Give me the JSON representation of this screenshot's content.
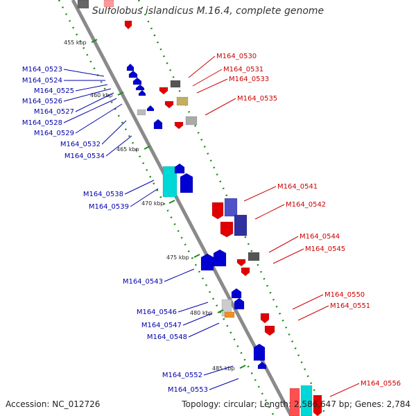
{
  "title": "Sulfolobus islandicus M.16.4, complete genome",
  "accession": "Accession: NC_012726",
  "topology": "Topology: circular; Length: 2,586,647 bp; Genes: 2,784",
  "colors": {
    "forward": "#e00000",
    "reverse": "#0000d0",
    "backbone": "#8a8a8a",
    "tick": "#1a8a1a",
    "label_forward": "#cc0000",
    "label_reverse": "#0000aa"
  },
  "kbp_markers": [
    "455 kbp",
    "460 kbp",
    "465 kbp",
    "470 kbp",
    "475 kbp",
    "480 kbp",
    "485 kbp"
  ],
  "forward_labels": [
    "M164_0530",
    "M164_0531",
    "M164_0533",
    "M164_0535",
    "M164_0541",
    "M164_0542",
    "M164_0544",
    "M164_0545",
    "M164_0550",
    "M164_0551",
    "M164_0556"
  ],
  "reverse_labels": [
    "M164_0523",
    "M164_0524",
    "M164_0525",
    "M164_0526",
    "M164_0527",
    "M164_0528",
    "M164_0529",
    "M164_0532",
    "M164_0534",
    "M164_0538",
    "M164_0539",
    "M164_0543",
    "M164_0546",
    "M164_0547",
    "M164_0548",
    "M164_0552",
    "M164_0553"
  ]
}
